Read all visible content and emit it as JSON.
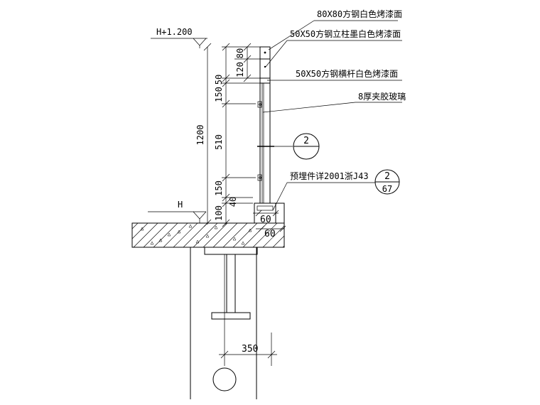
{
  "labels": {
    "top_rail": "80X80方钢白色烤漆面",
    "post": "50X50方钢立柱墨白色烤漆面",
    "handrail": "50X50方钢横杆白色烤漆面",
    "glass": "8厚夹胶玻璃",
    "embedded": "预埋件详2001浙J43"
  },
  "levels": {
    "top": "H+1.200",
    "floor": "H"
  },
  "dimensions": {
    "total_height": "1200",
    "d80": "80",
    "d120": "120",
    "d50": "50",
    "d150_upper": "150",
    "d510": "510",
    "d150_lower": "150",
    "d40": "40",
    "d100": "100",
    "d60_upper": "60",
    "d60_lower": "60",
    "d350": "350"
  },
  "detail_refs": {
    "section_mark": "2",
    "index_number": "2",
    "index_sheet": "67"
  },
  "colors": {
    "line": "#000000",
    "background": "#ffffff"
  }
}
